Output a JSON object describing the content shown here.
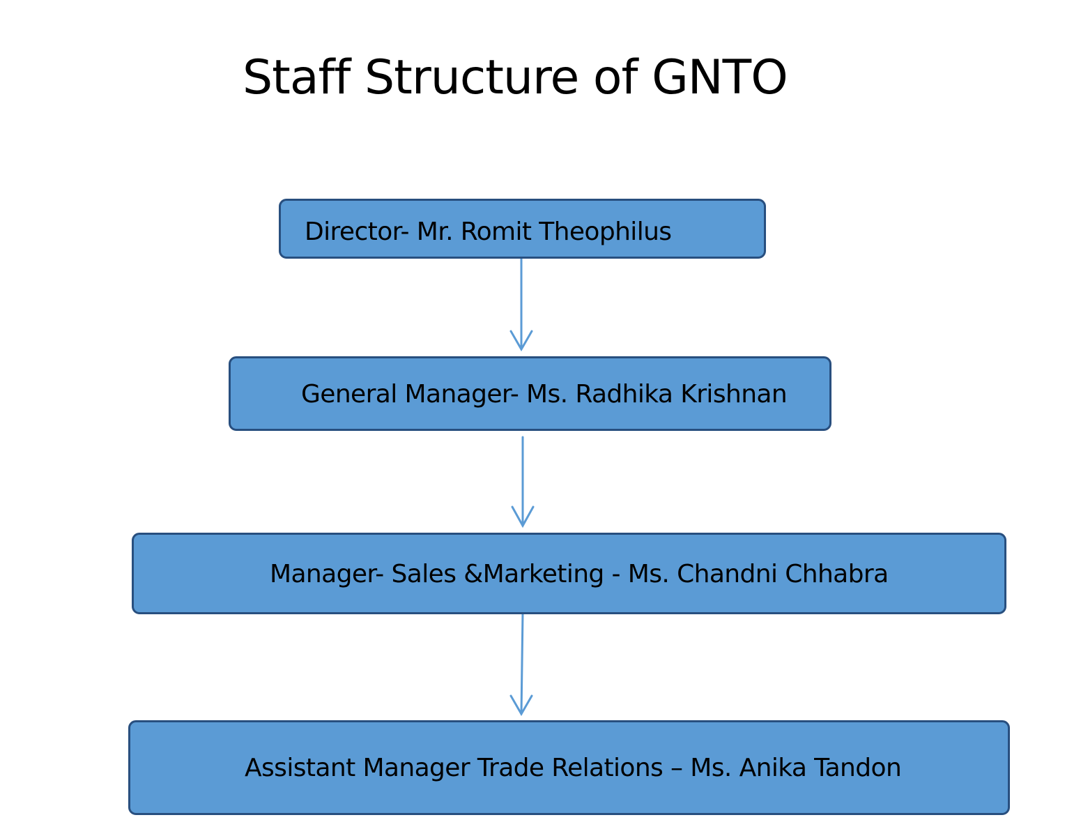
{
  "diagram": {
    "title": "Staff Structure of GNTO",
    "box_fill": "#5b9bd5",
    "connector_color": "#5b9bd5",
    "boxes": [
      {
        "label": "Director- Mr. Romit Theophilus"
      },
      {
        "label": "General Manager- Ms. Radhika Krishnan"
      },
      {
        "label": "Manager- Sales &Marketing - Ms. Chandni Chhabra"
      },
      {
        "label": "Assistant Manager Trade Relations – Ms. Anika Tandon"
      }
    ]
  }
}
